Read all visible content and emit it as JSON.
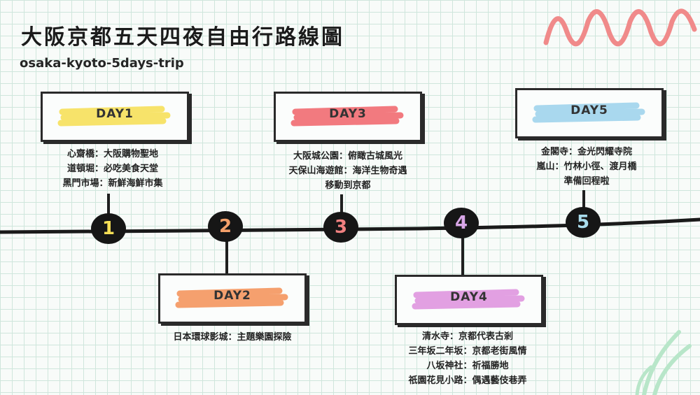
{
  "title": "大阪京都五天四夜自由行路線圖",
  "subtitle": "osaka-kyoto-5days-trip",
  "days": [
    {
      "number": "1",
      "label": "DAY1",
      "color": "#f7e36a",
      "number_color": "#f5de55",
      "items": [
        "心齋橋：大阪購物聖地",
        "道頓堀：必吃美食天堂",
        "黑門市場：新鮮海鮮市集"
      ]
    },
    {
      "number": "2",
      "label": "DAY2",
      "color": "#f5a06e",
      "number_color": "#f4a06a",
      "items": [
        "日本環球影城：主題樂園探險"
      ]
    },
    {
      "number": "3",
      "label": "DAY3",
      "color": "#f27a7f",
      "number_color": "#f08080",
      "items": [
        "大阪城公園：俯瞰古城風光",
        "天保山海遊館：海洋生物奇遇",
        "移動到京都"
      ]
    },
    {
      "number": "4",
      "label": "DAY4",
      "color": "#e2a0e2",
      "number_color": "#d8a6e6",
      "items": [
        "清水寺：京都代表古剎",
        "三年坂二年坂：京都老街風情",
        "八坂神社：祈福勝地",
        "祇園花見小路：偶遇藝伎巷弄"
      ]
    },
    {
      "number": "5",
      "label": "DAY5",
      "color": "#a9d8ee",
      "number_color": "#a9dcec",
      "items": [
        "金閣寺：金光閃耀寺院",
        "嵐山：竹林小徑、渡月橋",
        "準備回程啦"
      ]
    }
  ],
  "colors": {
    "accent_zigzag": "#f08a8a",
    "accent_leaf": "#b8e6c9",
    "grid": "#cfe6dc"
  }
}
